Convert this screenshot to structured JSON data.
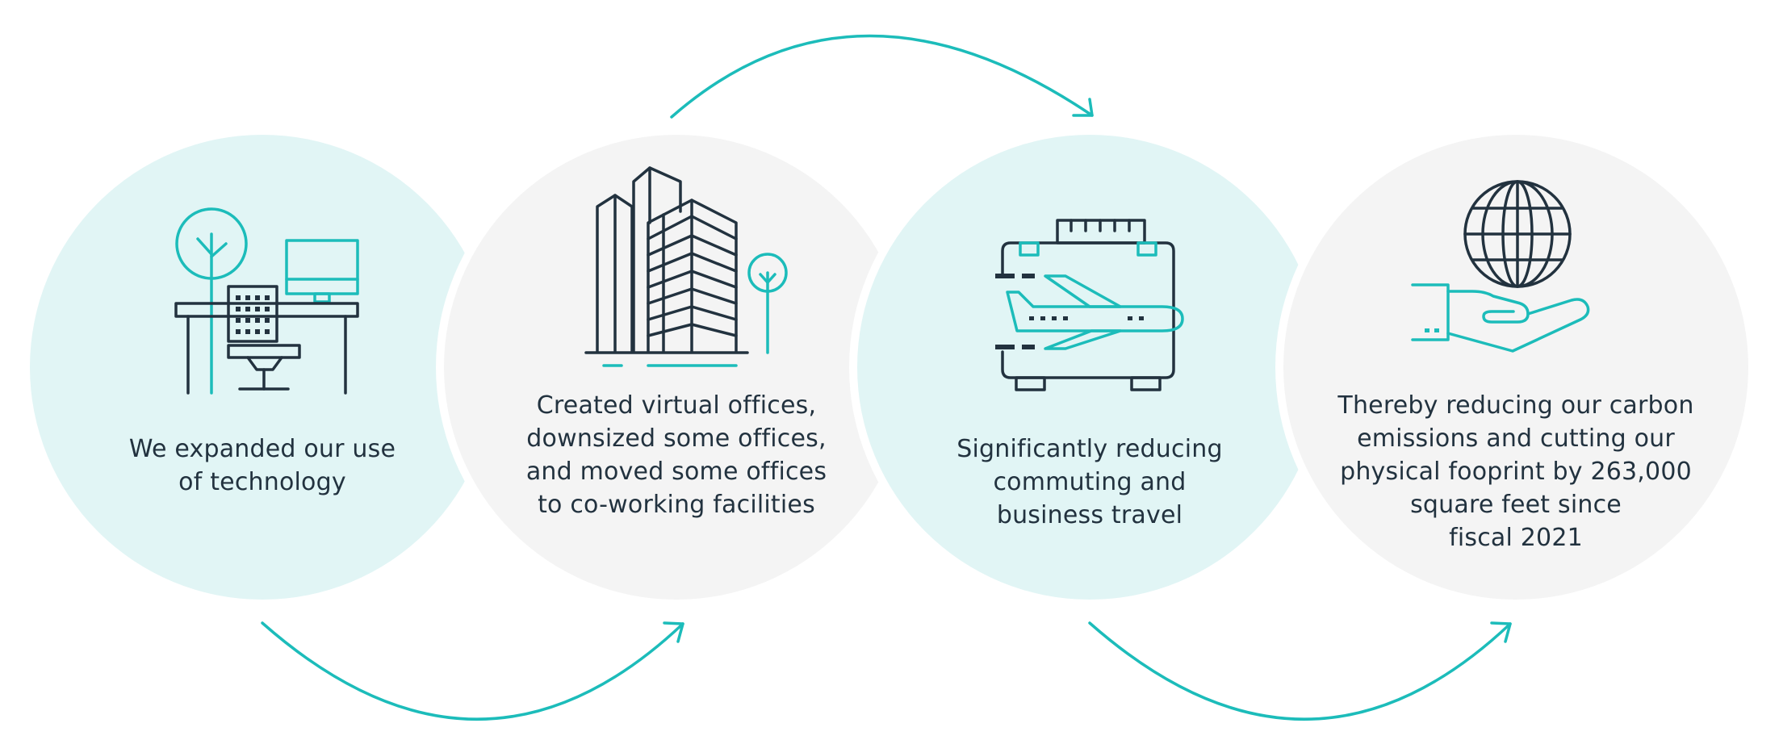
{
  "colors": {
    "teal_circle": "#e1f5f5",
    "gray_circle": "#f4f4f4",
    "accent": "#1cbcba",
    "text": "#22323f"
  },
  "steps": [
    {
      "icon": "desk-workstation-icon",
      "lines": [
        "We expanded our use",
        "of technology"
      ]
    },
    {
      "icon": "office-buildings-icon",
      "lines": [
        "Created virtual offices,",
        "downsized some offices,",
        "and moved some offices",
        "to co-working facilities"
      ]
    },
    {
      "icon": "briefcase-airplane-icon",
      "lines": [
        "Significantly reducing",
        "commuting and",
        "business travel"
      ]
    },
    {
      "icon": "hand-holding-globe-icon",
      "lines": [
        "Thereby reducing our carbon",
        "emissions and cutting our",
        "physical fooprint by 263,000",
        "square feet since",
        "fiscal 2021"
      ]
    }
  ]
}
